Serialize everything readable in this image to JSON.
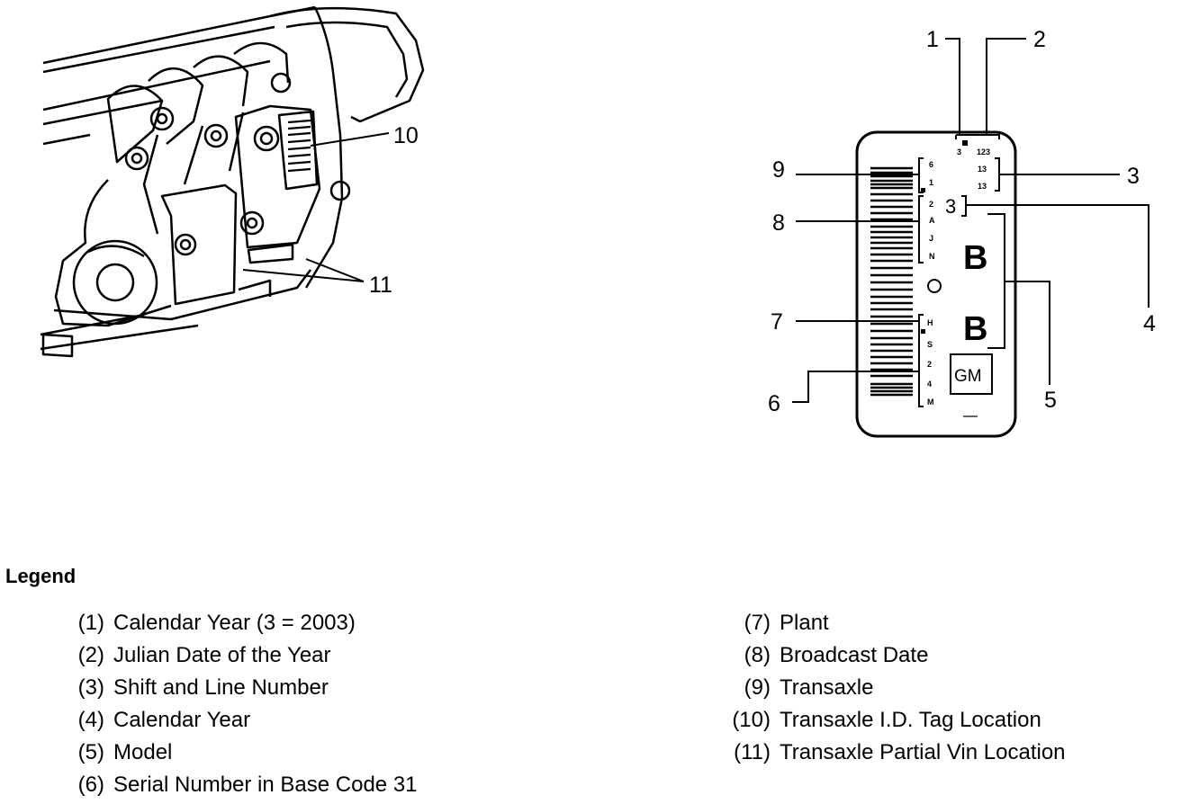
{
  "callouts": [
    "1",
    "2",
    "3",
    "4",
    "5",
    "6",
    "7",
    "8",
    "9",
    "10",
    "11"
  ],
  "tag": {
    "top_digits": [
      "3",
      "123"
    ],
    "right_digits": [
      "13",
      "13"
    ],
    "left_code_top": [
      "6",
      "1"
    ],
    "left_code_mid": [
      "2",
      "A",
      "J",
      "N"
    ],
    "left_code_bot": [
      "H",
      "S",
      "2",
      "4",
      "M"
    ],
    "shift_digit": "3",
    "model_letters": [
      "B",
      "B"
    ],
    "gm_logo": "GM"
  },
  "legend": {
    "title": "Legend",
    "left": [
      {
        "num": "(1)",
        "text": "Calendar Year (3 = 2003)"
      },
      {
        "num": "(2)",
        "text": "Julian Date of the Year"
      },
      {
        "num": "(3)",
        "text": "Shift and Line Number"
      },
      {
        "num": "(4)",
        "text": "Calendar Year"
      },
      {
        "num": "(5)",
        "text": "Model"
      },
      {
        "num": "(6)",
        "text": "Serial Number in Base Code 31"
      }
    ],
    "right": [
      {
        "num": "(7)",
        "text": "Plant"
      },
      {
        "num": "(8)",
        "text": "Broadcast Date"
      },
      {
        "num": "(9)",
        "text": "Transaxle"
      },
      {
        "num": "(10)",
        "text": "Transaxle I.D. Tag Location"
      },
      {
        "num": "(11)",
        "text": "Transaxle Partial Vin Location"
      }
    ]
  }
}
